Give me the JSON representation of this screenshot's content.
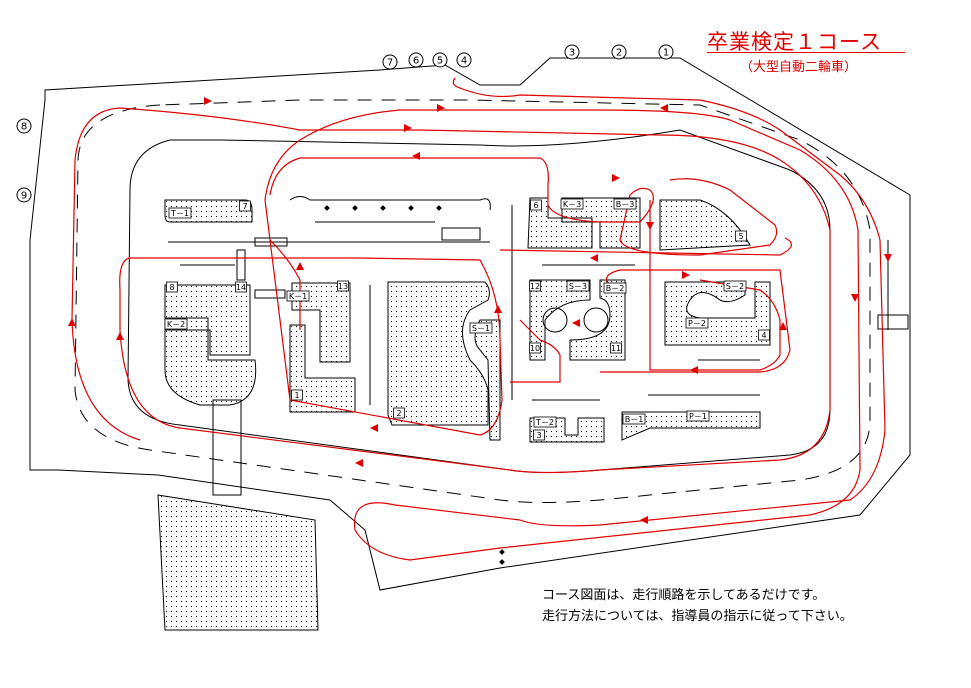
{
  "title": "卒業検定１コース",
  "subtitle": "（大型自動二輪車）",
  "notes": [
    "コース図面は、走行順路を示してあるだけです。",
    "走行方法については、指導員の指示に従って下さい。"
  ],
  "points": [
    {
      "id": "p1",
      "label": "1"
    },
    {
      "id": "p2",
      "label": "2"
    },
    {
      "id": "p3",
      "label": "3"
    },
    {
      "id": "p4",
      "label": "4"
    },
    {
      "id": "p5",
      "label": "5"
    },
    {
      "id": "p6",
      "label": "6"
    },
    {
      "id": "p7",
      "label": "7"
    },
    {
      "id": "p8",
      "label": "8"
    },
    {
      "id": "p9",
      "label": "9"
    }
  ],
  "intersections": [
    "1",
    "2",
    "3",
    "4",
    "5",
    "6",
    "7",
    "8",
    "10",
    "11",
    "12",
    "13",
    "14"
  ],
  "sections": [
    "T－1",
    "K－1",
    "K－2",
    "S－1",
    "S－2",
    "S－3",
    "B－1",
    "B－2",
    "B－3",
    "P－1",
    "P－2",
    "T－2",
    "K－3"
  ],
  "colors": {
    "route": "#e00000",
    "title": "#e00000",
    "lines": "#000000"
  }
}
